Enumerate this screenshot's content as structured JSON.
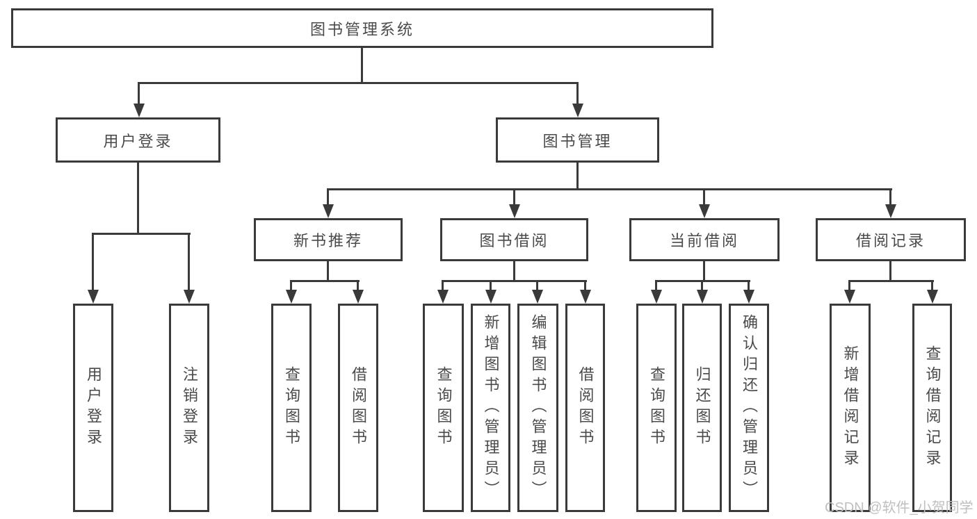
{
  "diagram_title": "图书管理系统",
  "watermark": "CSDN @软件_小贺同学",
  "colors": {
    "line": "#3a3a3a",
    "text": "#4a4a4a",
    "watermark": "#bfbfbf",
    "background": "#ffffff"
  },
  "nodes": {
    "root": {
      "label": "图书管理系统"
    },
    "user_login": {
      "label": "用户登录"
    },
    "book_mgmt": {
      "label": "图书管理"
    },
    "new_book_rec": {
      "label": "新书推荐"
    },
    "book_borrow": {
      "label": "图书借阅"
    },
    "current_borrow": {
      "label": "当前借阅"
    },
    "borrow_records": {
      "label": "借阅记录"
    },
    "leaf_user_login": {
      "label": "用户登录"
    },
    "leaf_logout": {
      "label": "注销登录"
    },
    "leaf_query_book_1": {
      "label": "查询图书"
    },
    "leaf_borrow_book_1": {
      "label": "借阅图书"
    },
    "leaf_query_book_2": {
      "label": "查询图书"
    },
    "leaf_add_book": {
      "label": "新增图书（管理员）"
    },
    "leaf_edit_book": {
      "label": "编辑图书（管理员）"
    },
    "leaf_borrow_book_2": {
      "label": "借阅图书"
    },
    "leaf_query_book_3": {
      "label": "查询图书"
    },
    "leaf_return_book": {
      "label": "归还图书"
    },
    "leaf_confirm_return": {
      "label": "确认归还（管理员）"
    },
    "leaf_add_record": {
      "label": "新增借阅记录"
    },
    "leaf_query_record": {
      "label": "查询借阅记录"
    }
  },
  "hierarchy": {
    "图书管理系统": {
      "用户登录": [
        "用户登录",
        "注销登录"
      ],
      "图书管理": {
        "新书推荐": [
          "查询图书",
          "借阅图书"
        ],
        "图书借阅": [
          "查询图书",
          "新增图书（管理员）",
          "编辑图书（管理员）",
          "借阅图书"
        ],
        "当前借阅": [
          "查询图书",
          "归还图书",
          "确认归还（管理员）"
        ],
        "借阅记录": [
          "新增借阅记录",
          "查询借阅记录"
        ]
      }
    }
  }
}
